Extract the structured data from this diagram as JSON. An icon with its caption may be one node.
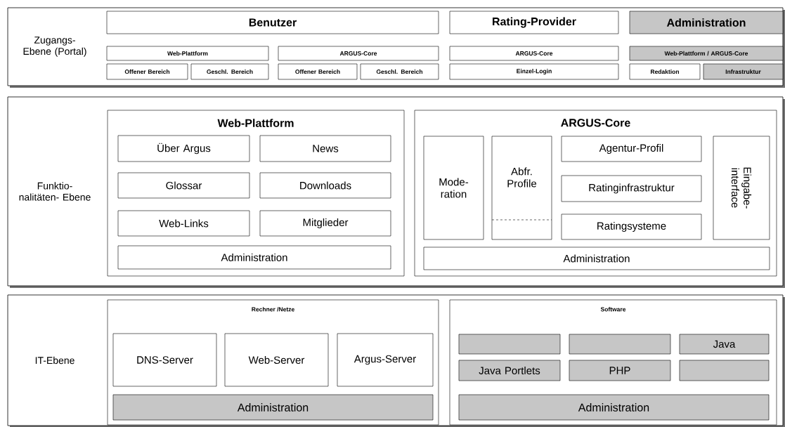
{
  "diagram": {
    "nodes": [
      {
        "text": [
          "Zugangs-Ebene (Portal)"
        ]
      },
      {
        "text": [
          "Benutzer"
        ],
        "in": 0
      },
      {
        "text": [
          "Rating-Provider"
        ],
        "in": 0
      },
      {
        "text": [
          "Administration"
        ],
        "in": 0
      },
      {
        "text": [
          "Web-Plattform"
        ],
        "in": 0
      },
      {
        "text": [
          "ARGUS-Core"
        ],
        "in": 0
      },
      {
        "text": [
          "ARGUS-Core"
        ],
        "in": 0
      },
      {
        "text": [
          "Web-Plattform / ARGUS-Core"
        ],
        "in": 0
      },
      {
        "text": [
          "Offener Bereich"
        ],
        "in": 0
      },
      {
        "text": [
          "Geschl. Bereich"
        ],
        "in": 0
      },
      {
        "text": [
          "Offener Bereich"
        ],
        "in": 0
      },
      {
        "text": [
          "Geschl. Bereich"
        ],
        "in": 0
      },
      {
        "text": [
          "Einzel-Login"
        ],
        "in": 0
      },
      {
        "text": [
          "Redaktion"
        ],
        "in": 0
      },
      {
        "text": [
          "Infrastruktur"
        ],
        "in": 0
      },
      {
        "text": [
          "Funktio- nalitäten- Ebene"
        ]
      },
      {
        "text": [
          "Web-Plattform"
        ],
        "in": 15
      },
      {
        "text": [
          "Über Argus"
        ],
        "in": 16
      },
      {
        "text": [
          "News"
        ],
        "in": 16
      },
      {
        "text": [
          "Glossar"
        ],
        "in": 16
      },
      {
        "text": [
          "Downloads"
        ],
        "in": 16
      },
      {
        "text": [
          "Web-Links"
        ],
        "in": 16
      },
      {
        "text": [
          "Mitglieder"
        ],
        "in": 16
      },
      {
        "text": [
          "Administration"
        ],
        "in": 16
      },
      {
        "text": [
          "ARGUS-Core"
        ],
        "in": 15
      },
      {
        "text": [
          "Mode- ration"
        ],
        "in": 24
      },
      {
        "text": [
          "Abfr. Profile"
        ],
        "in": 24
      },
      {
        "text": [
          "Agentur-Profil"
        ],
        "in": 24
      },
      {
        "text": [
          "Ratinginfrastruktur"
        ],
        "in": 24
      },
      {
        "text": [
          "Ratingsysteme"
        ],
        "in": 24
      },
      {
        "text": [
          "Eingabe- interface"
        ],
        "in": 24
      },
      {
        "text": [
          "Administration"
        ],
        "in": 24
      },
      {
        "text": [
          "IT-Ebene"
        ]
      },
      {
        "text": [
          "Rechner /Netze"
        ],
        "in": 32
      },
      {
        "text": [
          "DNS-Server"
        ],
        "in": 33
      },
      {
        "text": [
          "Web-Server"
        ],
        "in": 33
      },
      {
        "text": [
          "Argus-Server"
        ],
        "in": 33
      },
      {
        "text": [
          "Administration"
        ],
        "in": 33
      },
      {
        "text": [
          "Software"
        ],
        "in": 32
      },
      {
        "text": [],
        "shape": "box",
        "in": 38
      },
      {
        "text": [],
        "shape": "box",
        "in": 38
      },
      {
        "text": [
          "Java"
        ],
        "in": 38
      },
      {
        "text": [
          "Java Portlets"
        ],
        "in": 38
      },
      {
        "text": [
          "PHP"
        ],
        "in": 38
      },
      {
        "text": [],
        "shape": "box",
        "in": 38
      },
      {
        "text": [
          "Administration"
        ],
        "in": 38
      }
    ]
  }
}
